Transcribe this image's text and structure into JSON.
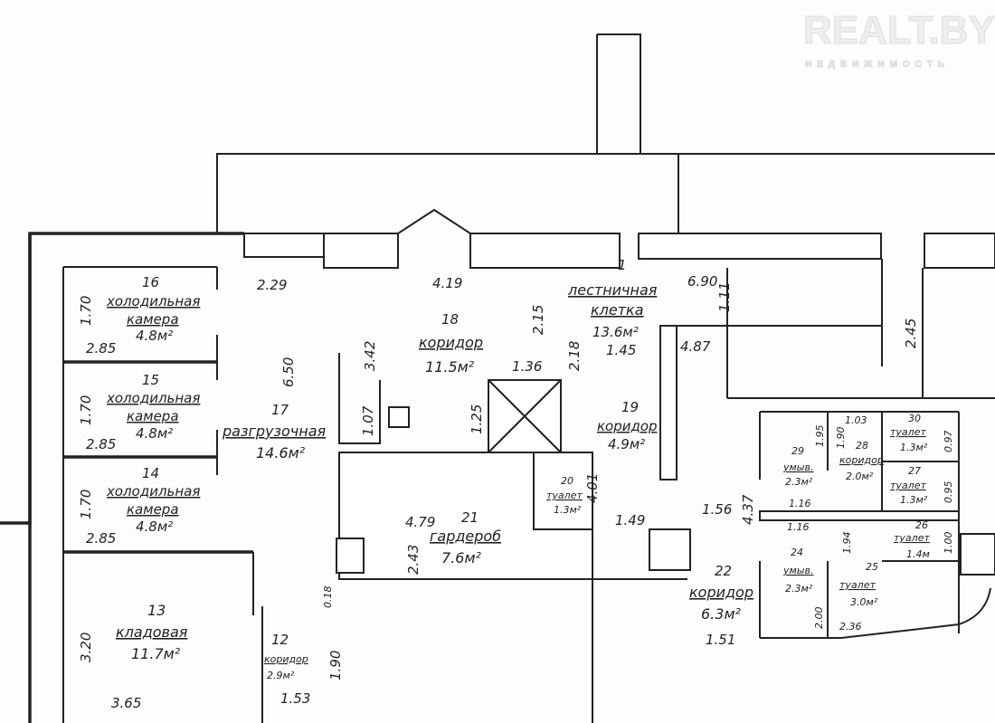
{
  "watermark": {
    "brand": "REALT.BY",
    "tagline": "НЕДВИЖИМОСТЬ"
  },
  "rooms": {
    "r1": {
      "num": "1",
      "name": "лестничная",
      "name2": "клетка",
      "area": "13.6м²"
    },
    "r12": {
      "num": "12",
      "name": "коридор",
      "area": "2.9м²"
    },
    "r13": {
      "num": "13",
      "name": "кладовая",
      "area": "11.7м²"
    },
    "r14": {
      "num": "14",
      "name": "холодильная",
      "name2": "камера",
      "area": "4.8м²"
    },
    "r15": {
      "num": "15",
      "name": "холодильная",
      "name2": "камера",
      "area": "4.8м²"
    },
    "r16": {
      "num": "16",
      "name": "холодильная",
      "name2": "камера",
      "area": "4.8м²"
    },
    "r17": {
      "num": "17",
      "name": "разгрузочная",
      "area": "14.6м²"
    },
    "r18": {
      "num": "18",
      "name": "коридор",
      "area": "11.5м²"
    },
    "r19": {
      "num": "19",
      "name": "коридор",
      "area": "4.9м²"
    },
    "r20": {
      "num": "20",
      "name": "туалет",
      "area": "1.3м²"
    },
    "r21": {
      "num": "21",
      "name": "гардероб",
      "area": "7.6м²"
    },
    "r22": {
      "num": "22",
      "name": "коридор",
      "area": "6.3м²"
    },
    "r24": {
      "num": "24",
      "name": "умыв.",
      "area": "2.3м²"
    },
    "r25": {
      "num": "25",
      "name": "туалет",
      "area": "3.0м²"
    },
    "r26": {
      "num": "26",
      "name": "туалет",
      "area": "1.4м"
    },
    "r27": {
      "num": "27",
      "name": "туалет",
      "area": "1.3м²"
    },
    "r28": {
      "num": "28",
      "name": "коридор",
      "area": "2.0м²"
    },
    "r29": {
      "num": "29",
      "name": "умыв.",
      "area": "2.3м²"
    },
    "r30": {
      "num": "30",
      "name": "туалет",
      "area": "1.3м²"
    }
  },
  "dims": [
    "2.29",
    "4.19",
    "6.90",
    "1.11",
    "2.45",
    "4.87",
    "1.70",
    "1.70",
    "1.70",
    "2.85",
    "2.85",
    "2.85",
    "6.50",
    "3.42",
    "2.15",
    "2.18",
    "1.45",
    "1.36",
    "1.25",
    "1.07",
    "4.79",
    "2.43",
    "4.01",
    "1.49",
    "1.56",
    "4.37",
    "0.18",
    "1.90",
    "1.53",
    "3.20",
    "3.65",
    "1.51",
    "1.95",
    "1.03",
    "1.90",
    "0.97",
    "0.95",
    "1.00",
    "1.16",
    "1.16",
    "1.94",
    "2.00",
    "2.36"
  ]
}
